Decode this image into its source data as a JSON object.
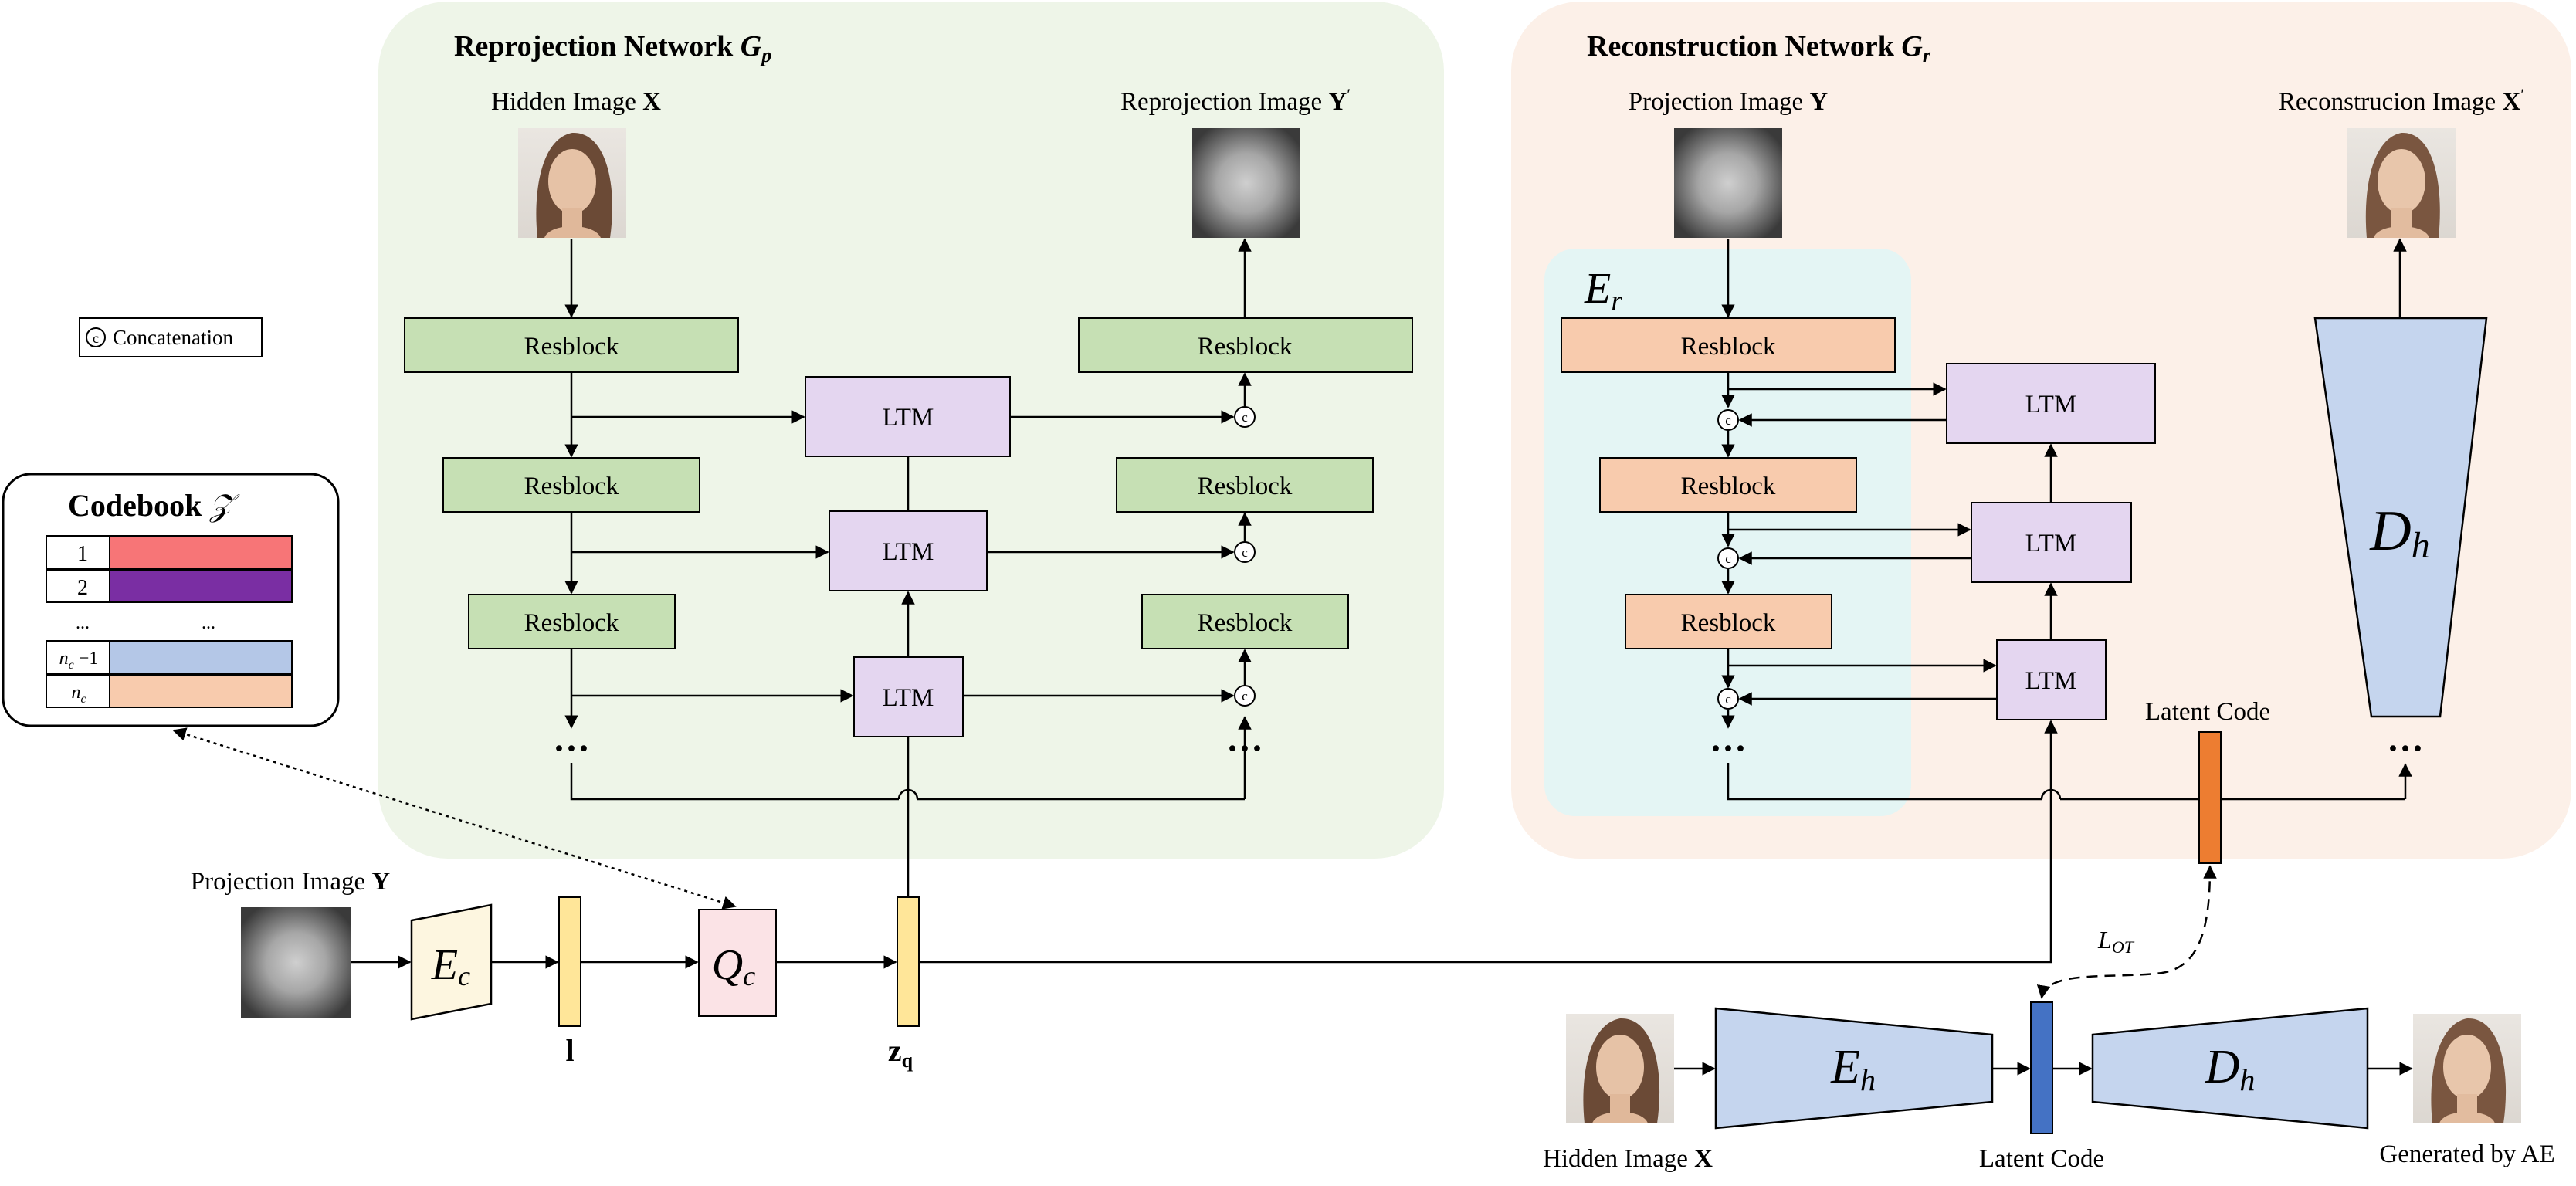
{
  "reprojection": {
    "title": "Reprojection Network",
    "symbol_main": "G",
    "symbol_sub": "p",
    "hidden_label": "Hidden Image",
    "hidden_var": "X",
    "output_label": "Reprojection Image",
    "output_var": "Y",
    "output_prime": "′"
  },
  "reconstruction": {
    "title": "Reconstruction Network",
    "symbol_main": "G",
    "symbol_sub": "r",
    "input_label": "Projection Image",
    "input_var": "Y",
    "output_label": "Reconstrucion Image",
    "output_var": "X",
    "output_prime": "′",
    "encoder_main": "E",
    "encoder_sub": "r",
    "decoder_main": "D",
    "decoder_sub": "h",
    "latent_label": "Latent Code"
  },
  "blocks": {
    "resblock": "Resblock",
    "ltm": "LTM",
    "concat": "c",
    "ellipsis": "···"
  },
  "legend": {
    "symbol": "c",
    "text": "Concatenation"
  },
  "codebook": {
    "title": "Codebook",
    "symbol": "𝒵",
    "rows": [
      {
        "index": "1",
        "color": "#f77577"
      },
      {
        "index": "2",
        "color": "#7a2ea3"
      },
      {
        "index": "...",
        "value": "...",
        "color": ""
      },
      {
        "index": "n",
        "index_sub": "c",
        "index_suffix": " −1",
        "color": "#b4c7e7"
      },
      {
        "index": "n",
        "index_sub": "c",
        "index_suffix": "",
        "color": "#f8cbad"
      }
    ]
  },
  "bottom": {
    "proj_label": "Projection Image",
    "proj_var": "Y",
    "ec_main": "E",
    "ec_sub": "c",
    "qc_main": "Q",
    "qc_sub": "c",
    "l_label": "l",
    "zq_main": "z",
    "zq_sub": "q",
    "hidden_label": "Hidden Image",
    "hidden_var": "X",
    "eh_main": "E",
    "eh_sub": "h",
    "dh_main": "D",
    "dh_sub": "h",
    "latent_label": "Latent Code",
    "generated_label": "Generated by AE",
    "lot_main": "L",
    "lot_sub": "OT"
  },
  "colors": {
    "green_panel": "#eef5e8",
    "peach_panel": "#fcf0e8",
    "cyan_panel": "#e4f5f4",
    "resblock_green": "#c6e0b4",
    "resblock_peach": "#f8cbad",
    "ltm_purple": "#e4d6f0",
    "blue_trapezoid": "#c5d5ee",
    "yellow_bar": "#ffe699",
    "orange_bar": "#ed7d31",
    "blue_bar": "#4472c4",
    "qc_pink": "#fbe3e6",
    "ec_cream": "#fdf6e0"
  }
}
